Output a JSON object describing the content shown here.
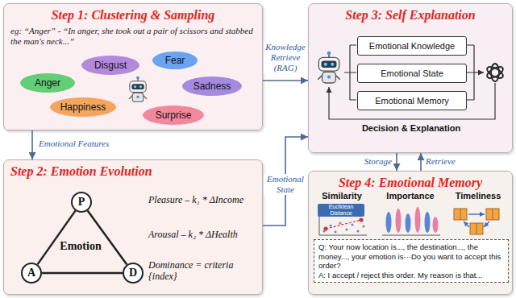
{
  "diagram": {
    "nodes": [
      {
        "text": [
          "Step 1: Clustering & Sampling",
          "eg: “Anger” - “In anger, she took out a pair of scissors and stabbed the man's neck...”"
        ]
      },
      {
        "text": [
          "Disgust"
        ],
        "in": 0
      },
      {
        "text": [
          "Fear"
        ],
        "in": 0
      },
      {
        "text": [
          "Anger"
        ],
        "in": 0
      },
      {
        "text": [
          "Sadness"
        ],
        "in": 0
      },
      {
        "text": [
          "Happiness"
        ],
        "in": 0
      },
      {
        "text": [
          "Surprise"
        ],
        "in": 0
      },
      {
        "text": [
          "Step 2: Emotion Evolution"
        ]
      },
      {
        "text": [
          "P"
        ],
        "in": 7
      },
      {
        "text": [
          "A"
        ],
        "in": 7
      },
      {
        "text": [
          "D"
        ],
        "in": 7
      },
      {
        "text": [
          "Step 3: Self Explanation"
        ]
      },
      {
        "text": [
          "Emotional Knowledge"
        ],
        "in": 11
      },
      {
        "text": [
          "Emotional State"
        ],
        "in": 11
      },
      {
        "text": [
          "Emotional Memory"
        ],
        "in": 11
      },
      {
        "text": [
          "Step 4: Emotional Memory"
        ]
      },
      {
        "text": [
          "Q: Your now location is..., the destination..., the money..., your emotion is···Do you want to accept this order?",
          "A: I accept / reject this order. My reason is that..."
        ],
        "in": 15
      }
    ],
    "edges": [
      {
        "from": 0,
        "to": 7,
        "label": "Emotional Features",
        "arrow": "to"
      },
      {
        "from": 0,
        "to": 11,
        "label": "Knowledge Retrieve (RAG)",
        "arrow": "to"
      },
      {
        "from": 7,
        "to": 11,
        "label": "Emotional State",
        "arrow": "to"
      },
      {
        "from": 11,
        "to": 15,
        "label": "Storage",
        "arrow": "to"
      },
      {
        "from": 15,
        "to": 11,
        "label": "Retrieve",
        "arrow": "to"
      },
      {
        "from": 8,
        "to": 9,
        "arrow": "none"
      },
      {
        "from": 9,
        "to": 10,
        "arrow": "none"
      },
      {
        "from": 10,
        "to": 8,
        "arrow": "none"
      }
    ],
    "labels": [
      "Emotion",
      "Pleasure – k₁ * ΔIncome",
      "Arousal – k₂ * ΔHealth",
      "Dominance = criteria {index}",
      "Decision & Explanation",
      "Similarity",
      "Importance",
      "Timeliness",
      "Euclidean Distance"
    ]
  }
}
